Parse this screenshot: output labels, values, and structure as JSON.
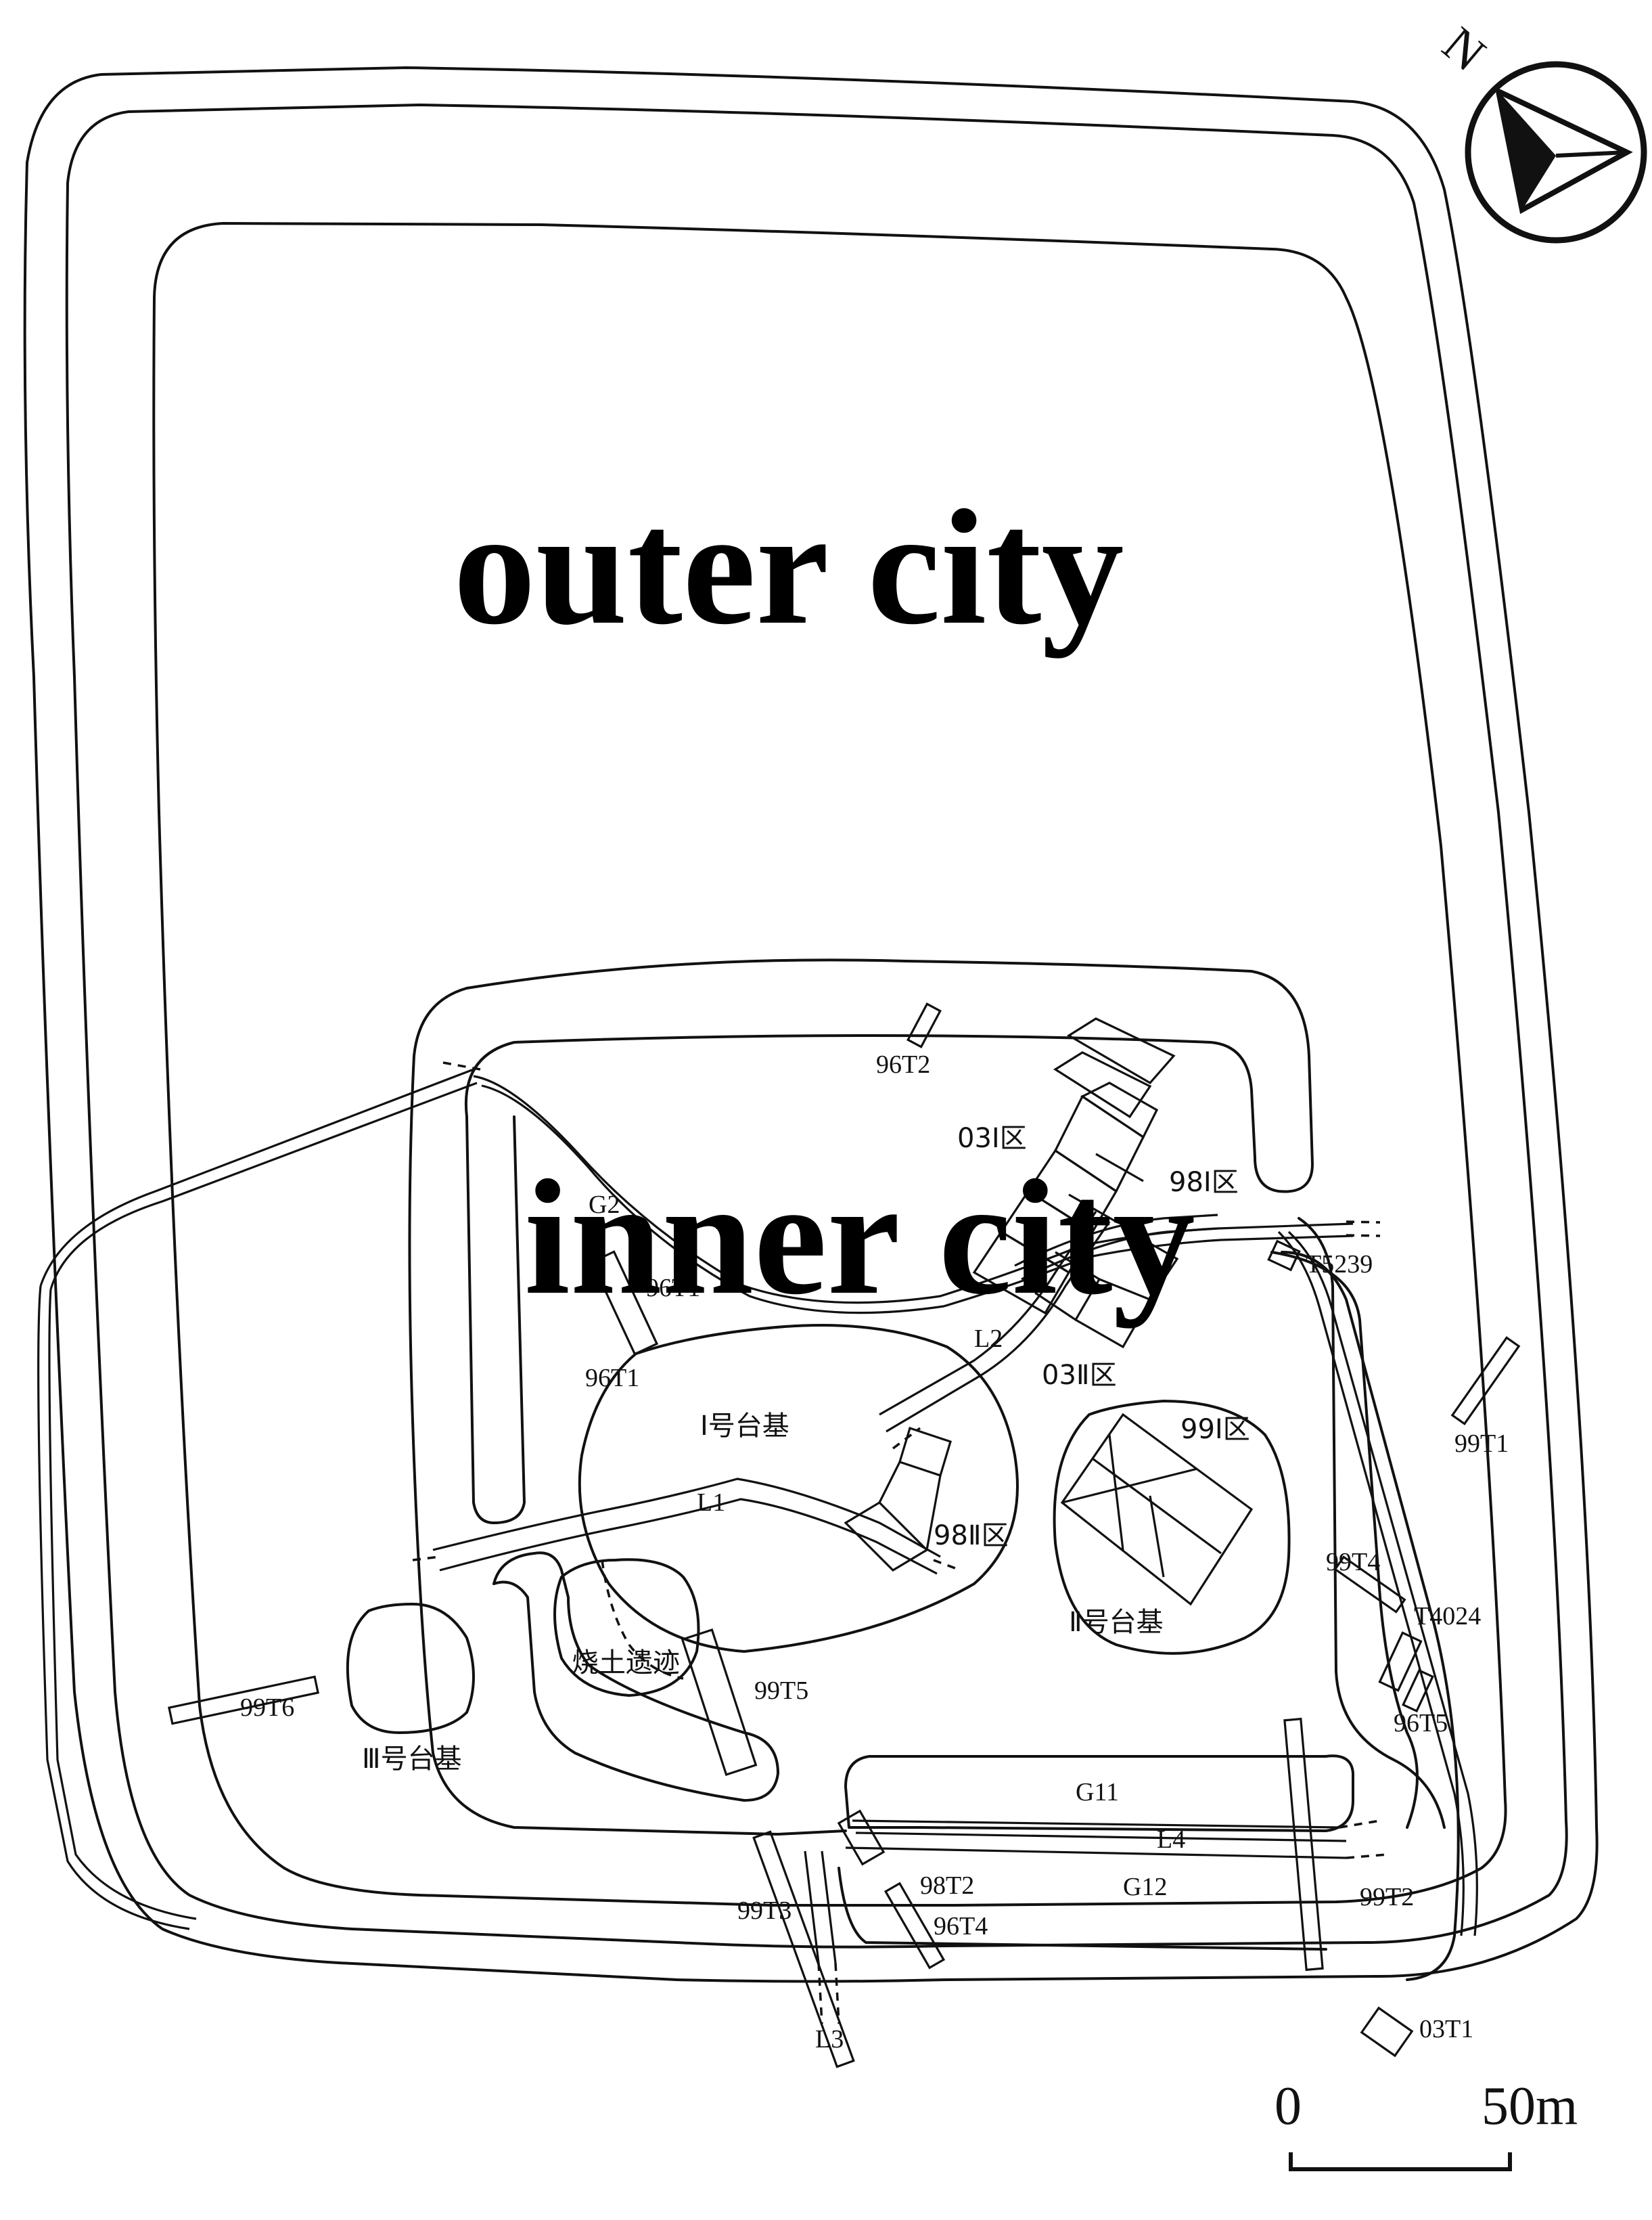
{
  "map": {
    "outer_label": "outer city",
    "inner_label": "inner city"
  },
  "north_arrow": {
    "letter": "N"
  },
  "scale_bar": {
    "start": "0",
    "end": "50m"
  },
  "labels": {
    "t96_2": "96T2",
    "zone03_1": "03Ⅰ区",
    "zone98_1": "98Ⅰ区",
    "g2": "G2",
    "t96_1a": "96T1",
    "t96_1b": "96T1",
    "l2": "L2",
    "zone03_2": "03Ⅱ区",
    "t5239": "T5239",
    "platform_1": "Ⅰ号台基",
    "zone99_1": "99Ⅰ区",
    "t99_1": "99T1",
    "l1": "L1",
    "zone98_2": "98Ⅱ区",
    "t99_4": "99T4",
    "t4024": "T4024",
    "burnt_soil": "烧土遗迹",
    "platform_2": "Ⅱ号台基",
    "t99_6": "99T6",
    "t99_5": "99T5",
    "t96_5": "96T5",
    "platform_3": "Ⅲ号台基",
    "g11": "G11",
    "l4": "L4",
    "g12": "G12",
    "t99_3": "99T3",
    "t98_2": "98T2",
    "t96_4": "96T4",
    "t99_2": "99T2",
    "l3": "L3",
    "t03_1": "03T1"
  }
}
